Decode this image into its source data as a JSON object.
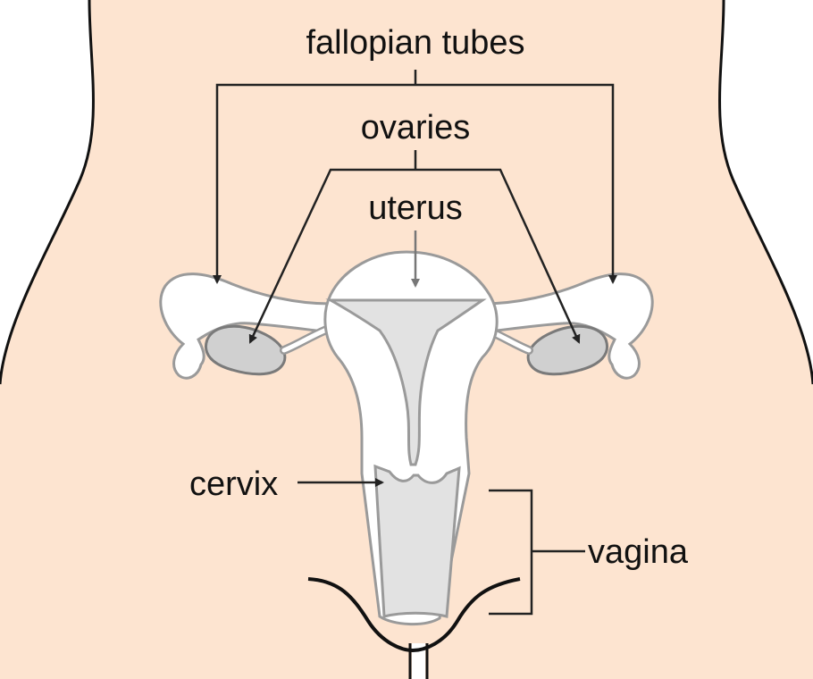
{
  "diagram": {
    "labels": {
      "fallopian_tubes": "fallopian tubes",
      "ovaries": "ovaries",
      "uterus": "uterus",
      "cervix": "cervix",
      "vagina": "vagina"
    },
    "colors": {
      "background": "#ffffff",
      "skin": "#fde4d0",
      "outline": "#111111",
      "organ_fill": "#ffffff",
      "organ_outline": "#9a9a9a",
      "cavity_fill": "#e2e2e2",
      "ovary_fill": "#d0d0d0",
      "ovary_outline": "#7a7a7a",
      "leader_line": "#222222"
    }
  }
}
